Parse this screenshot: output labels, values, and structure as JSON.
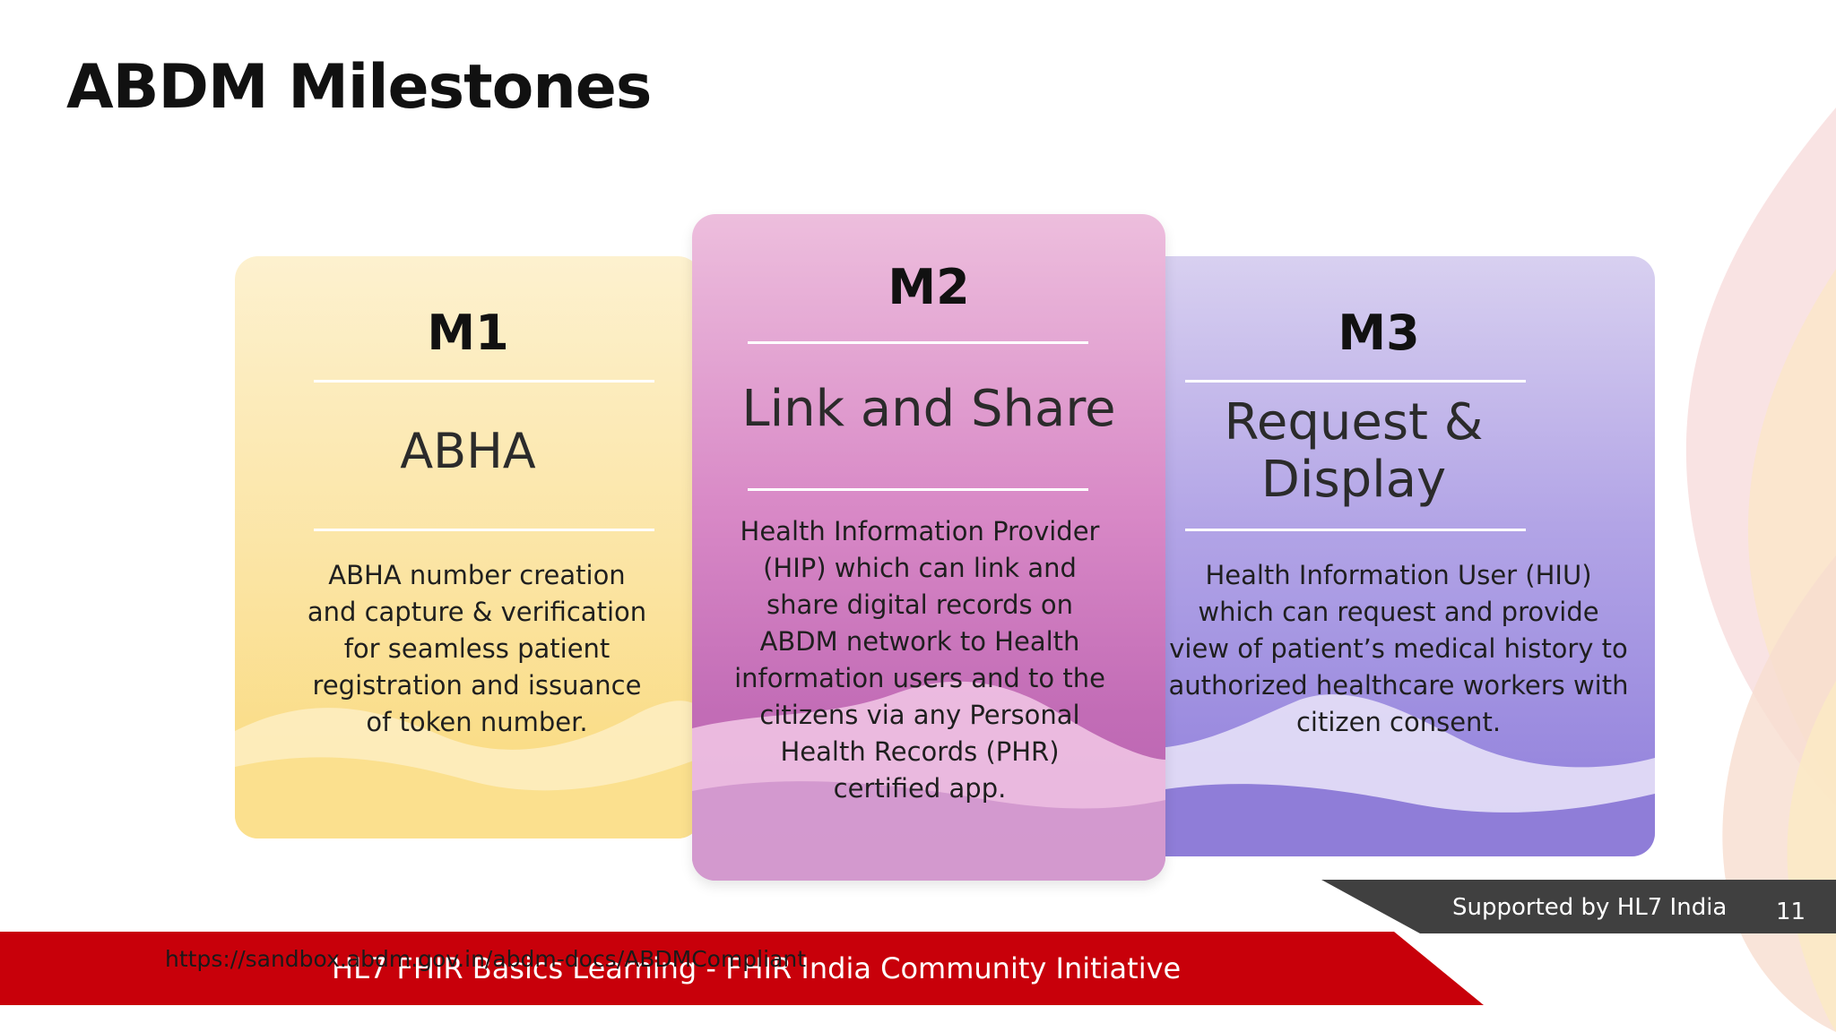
{
  "slide": {
    "title": "ABDM Milestones",
    "milestones": [
      {
        "code": "M1",
        "name": "ABHA",
        "description": "ABHA number creation and capture & verification for seamless patient registration and issuance of token number."
      },
      {
        "code": "M2",
        "name": "Link and Share",
        "description": "Health Information Provider (HIP) which can link and share digital records on ABDM network to Health information users and to the citizens via any Personal Health Records (PHR) certified app."
      },
      {
        "code": "M3",
        "name": "Request & Display",
        "description": "Health Information User (HIU) which can request and  provide view of patient’s medical history to authorized healthcare workers with citizen consent."
      }
    ],
    "footer": {
      "banner_text": "HL7 FHIR Basics Learning - FHIR India Community Initiative",
      "url": "https://sandbox.abdm.gov.in/abdm-docs/ABDMCompliant",
      "supported_by": "Supported by HL7 India",
      "page_number": "11"
    },
    "colors": {
      "banner_red": "#c8000a",
      "support_bar": "#404040",
      "m1_card": "#fbe4a2",
      "m2_card": "#d888c6",
      "m3_card": "#b2a4e6"
    }
  }
}
